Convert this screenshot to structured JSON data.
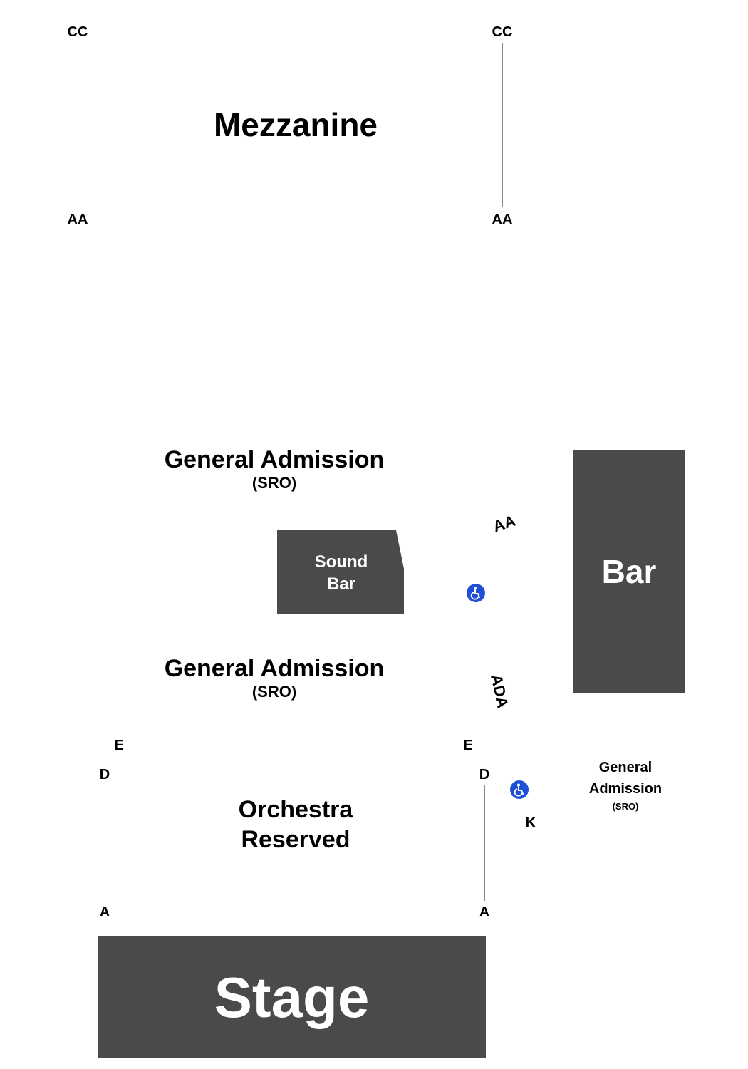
{
  "mezzanine": {
    "title": "Mezzanine",
    "left_top_row": "CC",
    "left_bottom_row": "AA",
    "right_top_row": "CC",
    "right_bottom_row": "AA"
  },
  "ga_upper": {
    "title": "General Admission",
    "subtitle": "(SRO)"
  },
  "sound_bar": {
    "line1": "Sound",
    "line2": "Bar"
  },
  "bar": {
    "label": "Bar"
  },
  "ga_lower": {
    "title": "General Admission",
    "subtitle": "(SRO)"
  },
  "ada": {
    "row_aa": "AA",
    "label": "ADA",
    "row_k": "K",
    "icon": "wheelchair-icon",
    "icon_color": "#1e4fd6"
  },
  "ga_side": {
    "line1": "General",
    "line2": "Admission",
    "subtitle": "(SRO)"
  },
  "orchestra": {
    "line1": "Orchestra",
    "line2": "Reserved",
    "left_rows": {
      "e": "E",
      "d": "D",
      "a": "A"
    },
    "right_rows": {
      "e": "E",
      "d": "D",
      "a": "A"
    }
  },
  "stage": {
    "label": "Stage"
  },
  "colors": {
    "block": "#4a4a4a",
    "line": "#888888"
  }
}
